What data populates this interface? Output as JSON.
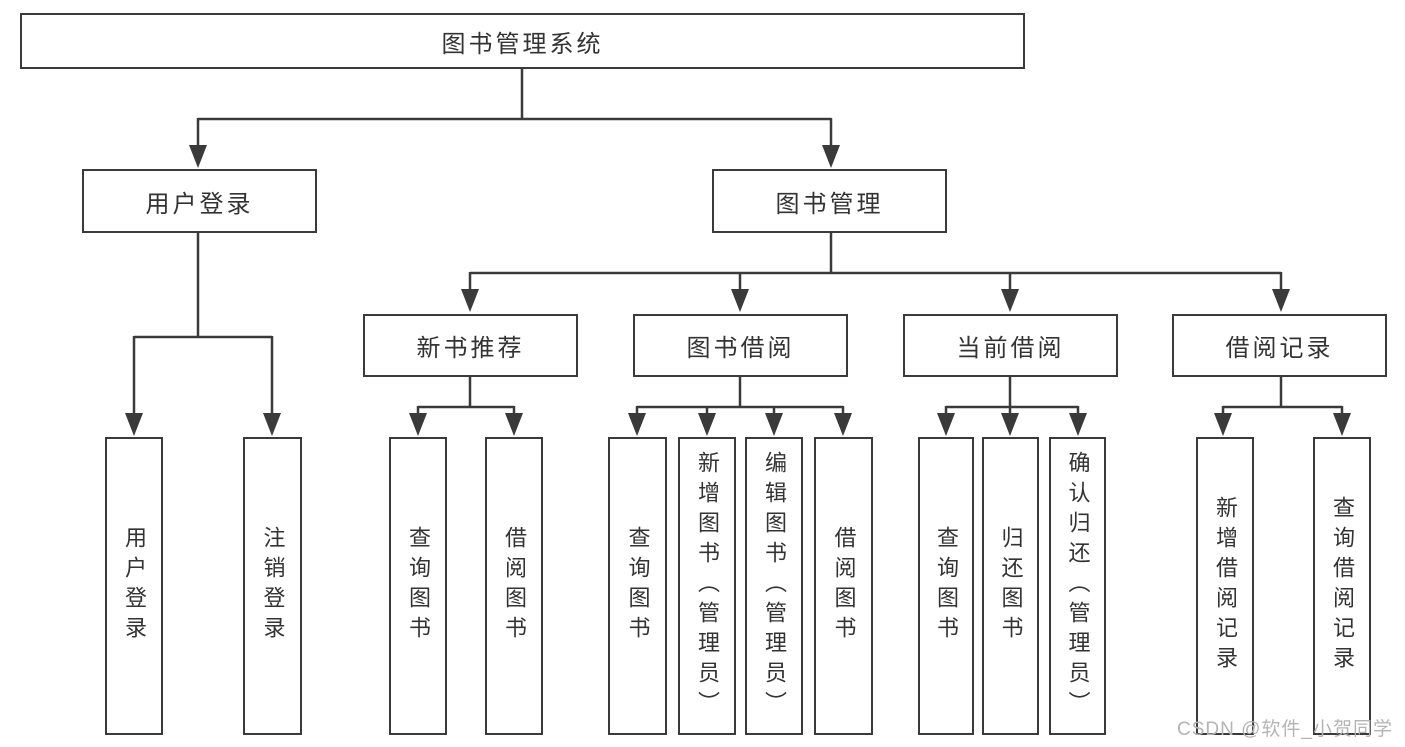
{
  "diagram": {
    "root": {
      "label": "图书管理系统"
    },
    "branches": [
      {
        "label": "用户登录",
        "children": [
          "用户登录",
          "注销登录"
        ]
      },
      {
        "label": "图书管理",
        "children": [
          {
            "label": "新书推荐",
            "children": [
              "查询图书",
              "借阅图书"
            ]
          },
          {
            "label": "图书借阅",
            "children": [
              "查询图书",
              "新增图书（管理员）",
              "编辑图书（管理员）",
              "借阅图书"
            ]
          },
          {
            "label": "当前借阅",
            "children": [
              "查询图书",
              "归还图书",
              "确认归还（管理员）"
            ]
          },
          {
            "label": "借阅记录",
            "children": [
              "新增借阅记录",
              "查询借阅记录"
            ]
          }
        ]
      }
    ]
  },
  "watermark": {
    "text": "CSDN @软件_小贺同学"
  },
  "colors": {
    "line": "#3a3a3a",
    "border": "#3a3a3a",
    "text": "#333333",
    "background": "#ffffff",
    "watermark": "#b4b4b4"
  }
}
